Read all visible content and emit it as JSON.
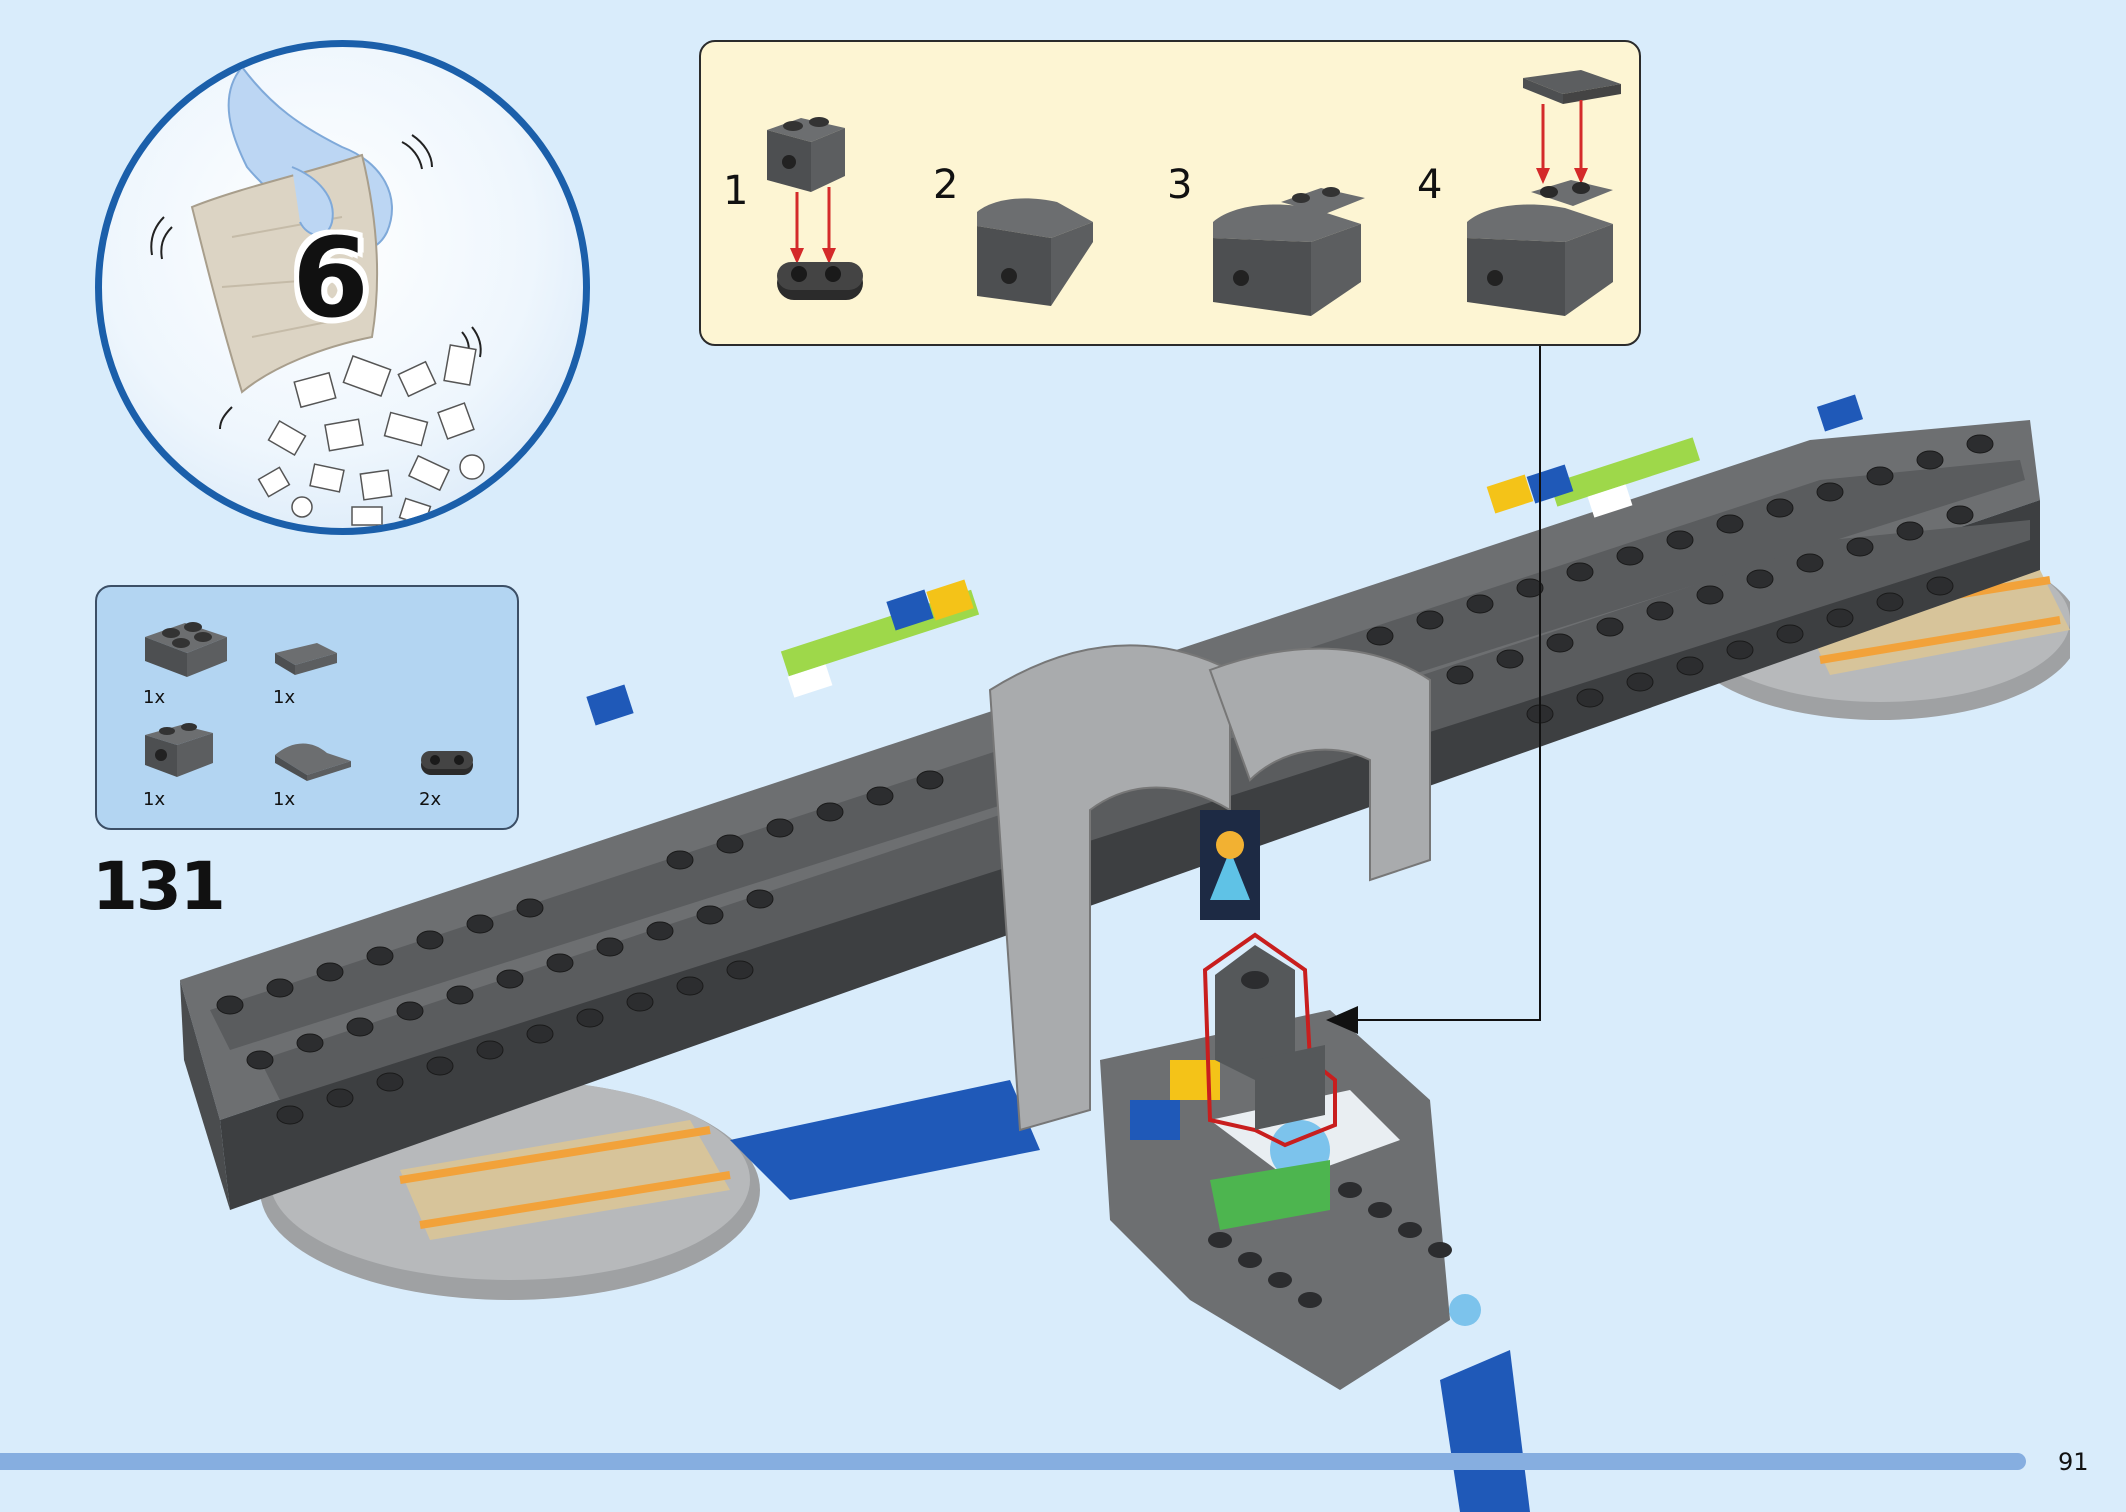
{
  "bag": {
    "number": "6"
  },
  "parts": [
    {
      "icon": "brick-2x2-dark-grey-icon",
      "qty": "1x"
    },
    {
      "icon": "tile-1x2-dark-grey-icon",
      "qty": "1x"
    },
    {
      "icon": "brick-1x2-with-hole-dark-grey-icon",
      "qty": "1x"
    },
    {
      "icon": "curved-slope-dark-grey-icon",
      "qty": "1x"
    },
    {
      "icon": "plate-1x2-rounded-black-icon",
      "qty": "2x"
    }
  ],
  "step": {
    "number": "131"
  },
  "callout": {
    "substeps": [
      {
        "label": "1"
      },
      {
        "label": "2"
      },
      {
        "label": "3"
      },
      {
        "label": "4"
      }
    ]
  },
  "page": {
    "number": "91"
  },
  "colors": {
    "background": "#d9ecfb",
    "bubble_border": "#1b5faa",
    "callout_background": "#fdf5d3",
    "parts_background": "#b3d5f2",
    "highlight_red": "#c81e1e",
    "arrow_red": "#d42a2a"
  }
}
